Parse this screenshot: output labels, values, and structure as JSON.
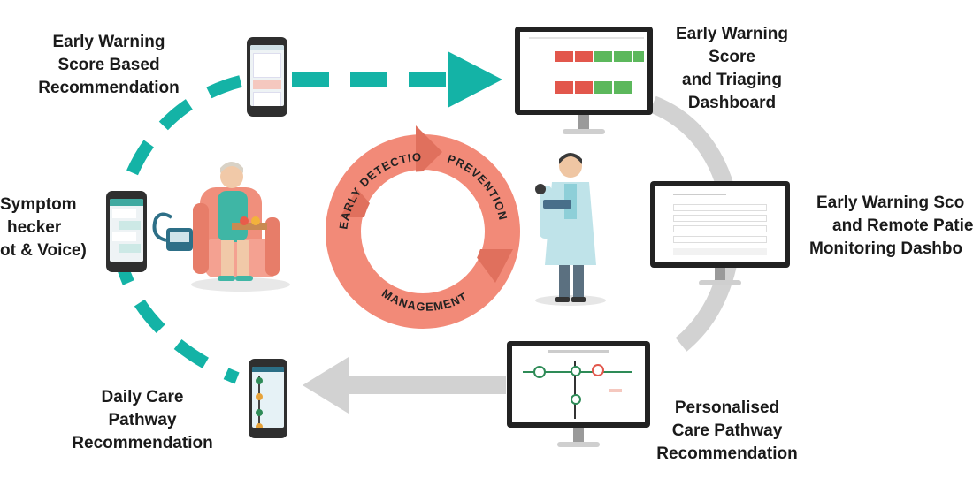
{
  "colors": {
    "teal": "#14b3a6",
    "grey_arrow": "#d2d2d2",
    "cycle_fill": "#f28a78",
    "cycle_dark": "#e0705d",
    "red_cell": "#e2574c",
    "green_cell": "#5cb85c"
  },
  "labels": {
    "ews_recommendation": [
      "Early Warning",
      "Score Based",
      "Recommendation"
    ],
    "ews_triage_dashboard": [
      "Early Warning",
      "Score",
      "and Triaging",
      "Dashboard"
    ],
    "symptom_checker": [
      "Symptom",
      "hecker",
      "ot & Voice)"
    ],
    "ews_remote_monitoring": [
      "Early Warning Sco",
      "and Remote Patie",
      "Monitoring Dashbo"
    ],
    "daily_care_pathway": [
      "Daily Care",
      "Pathway",
      "Recommendation"
    ],
    "personalised_care_pathway": [
      "Personalised",
      "Care Pathway",
      "Recommendation"
    ]
  },
  "cycle": {
    "detection": "EARLY DETECTION",
    "prevention": "PREVENTION",
    "management": "MANAGEMENT"
  },
  "icons": [
    "phone-app-icon",
    "monitor-icon",
    "patient-illustration",
    "doctor-illustration",
    "bp-monitor-icon"
  ]
}
